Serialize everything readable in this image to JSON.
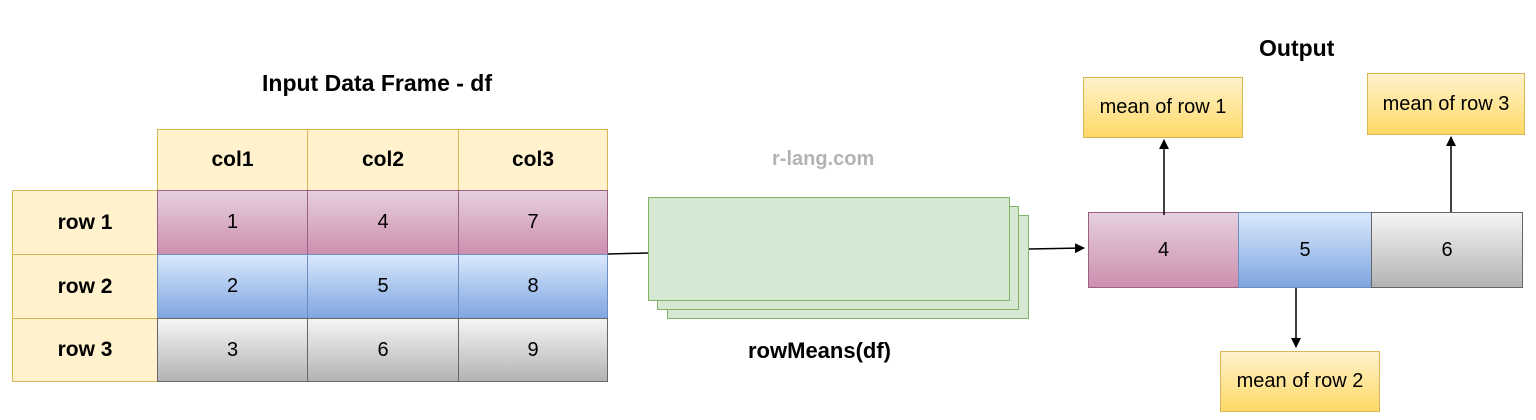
{
  "input_title": "Input Data Frame - df",
  "output_title": "Output",
  "watermark": "r-lang.com",
  "function_label": "rowMeans(df)",
  "columns": [
    "col1",
    "col2",
    "col3"
  ],
  "rows": [
    {
      "label": "row 1",
      "values": [
        "1",
        "4",
        "7"
      ]
    },
    {
      "label": "row 2",
      "values": [
        "2",
        "5",
        "8"
      ]
    },
    {
      "label": "row 3",
      "values": [
        "3",
        "6",
        "9"
      ]
    }
  ],
  "output_values": [
    "4",
    "5",
    "6"
  ],
  "notes": [
    "mean of row 1",
    "mean of row 2",
    "mean of row 3"
  ],
  "colors": {
    "header_fill": "#fff2cc",
    "row1_fill": "#cd8fae",
    "row2_fill": "#7ea6e0",
    "row3_fill": "#b3b3b3",
    "sheet_fill": "#d5e8d4",
    "note_fill": "#ffd966"
  }
}
